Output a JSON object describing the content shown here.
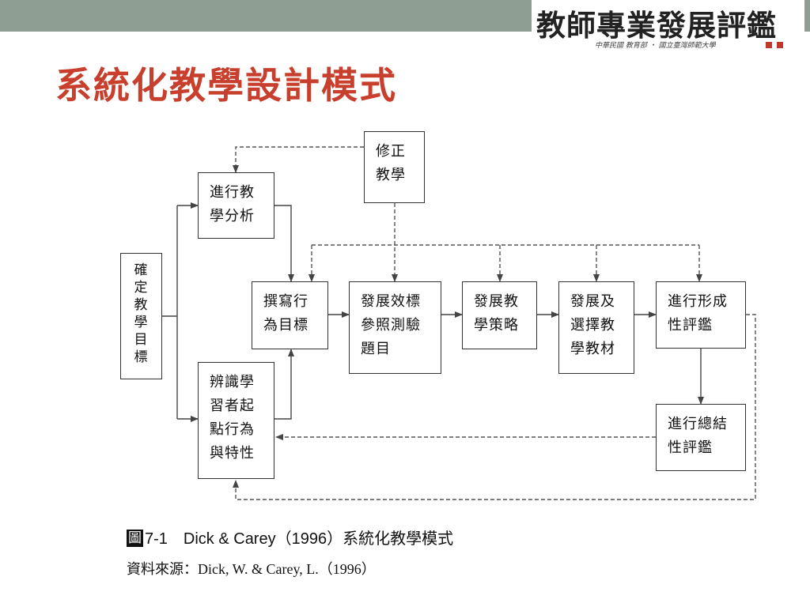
{
  "header": {
    "logo_text": "教師專業發展評鑑",
    "logo_subtext": "中華民國 教育部 ・ 國立臺灣師範大學"
  },
  "slide": {
    "title": "系統化教學設計模式"
  },
  "diagram": {
    "nodes": {
      "identify_goal": "確\n定\n教\n學\n目\n標",
      "instructional_analysis": "進行教\n學分析",
      "learner_analysis": "辨識學\n習者起\n點行為\n與特性",
      "objectives": "撰寫行\n為目標",
      "assessment": "發展效標\n參照測驗\n題目",
      "strategy": "發展教\n學策略",
      "materials": "發展及\n選擇教\n學教材",
      "formative": "進行形成\n性評鑑",
      "revise": "修正\n教學",
      "summative": "進行總結\n性評鑑"
    }
  },
  "caption": {
    "badge": "圖",
    "text": "7-1　Dick & Carey（1996）系統化教學模式"
  },
  "source": {
    "text": "資料來源：Dick, W. & Carey, L.（1996）"
  },
  "colors": {
    "accent_title": "#c8402d",
    "top_bar": "#8f9e92"
  }
}
